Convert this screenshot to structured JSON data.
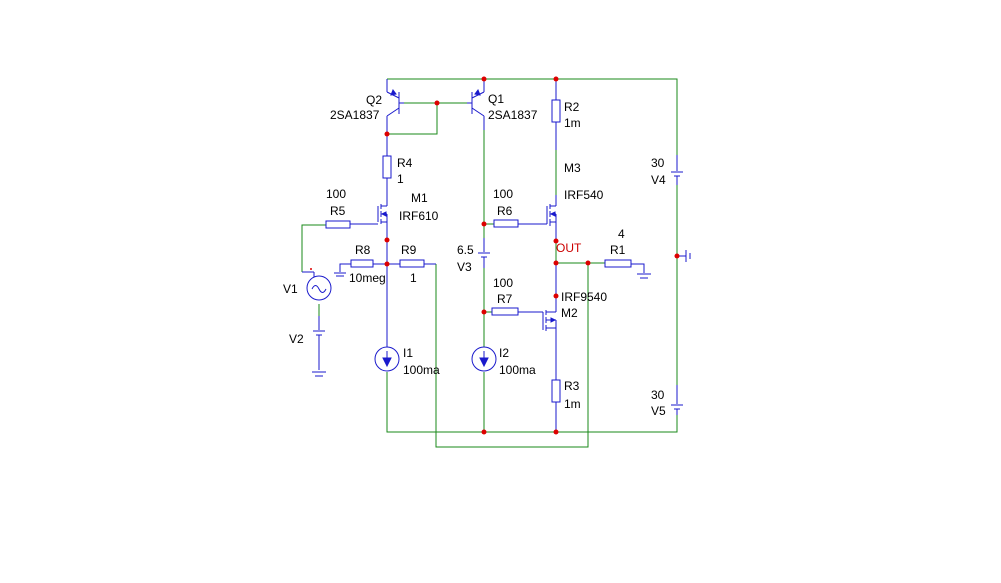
{
  "schematic": {
    "components": {
      "Q2": {
        "ref": "Q2",
        "model": "2SA1837"
      },
      "Q1": {
        "ref": "Q1",
        "model": "2SA1837"
      },
      "R2": {
        "ref": "R2",
        "value": "1m"
      },
      "R4": {
        "ref": "R4",
        "value": "1"
      },
      "M1": {
        "ref": "M1",
        "model": "IRF610"
      },
      "R5": {
        "ref": "R5",
        "value": "100"
      },
      "R6": {
        "ref": "R6",
        "value": "100"
      },
      "M3": {
        "ref": "M3",
        "model": "IRF540"
      },
      "R8": {
        "ref": "R8",
        "value": "10meg"
      },
      "R9": {
        "ref": "R9",
        "value": "1"
      },
      "V3": {
        "ref": "V3",
        "value": "6.5"
      },
      "R1": {
        "ref": "R1",
        "value": "4"
      },
      "R7": {
        "ref": "R7",
        "value": "100"
      },
      "M2": {
        "ref": "M2",
        "model": "IRF9540"
      },
      "V1": {
        "ref": "V1"
      },
      "V2": {
        "ref": "V2"
      },
      "I1": {
        "ref": "I1",
        "value": "100ma"
      },
      "I2": {
        "ref": "I2",
        "value": "100ma"
      },
      "R3": {
        "ref": "R3",
        "value": "1m"
      },
      "V4": {
        "ref": "V4",
        "value": "30"
      },
      "V5": {
        "ref": "V5",
        "value": "30"
      }
    },
    "nets": {
      "out": "OUT"
    },
    "colors": {
      "wire": "#1a8a1a",
      "component": "#1a1acc",
      "node": "#dd0000",
      "net_label": "#cc0000"
    }
  }
}
